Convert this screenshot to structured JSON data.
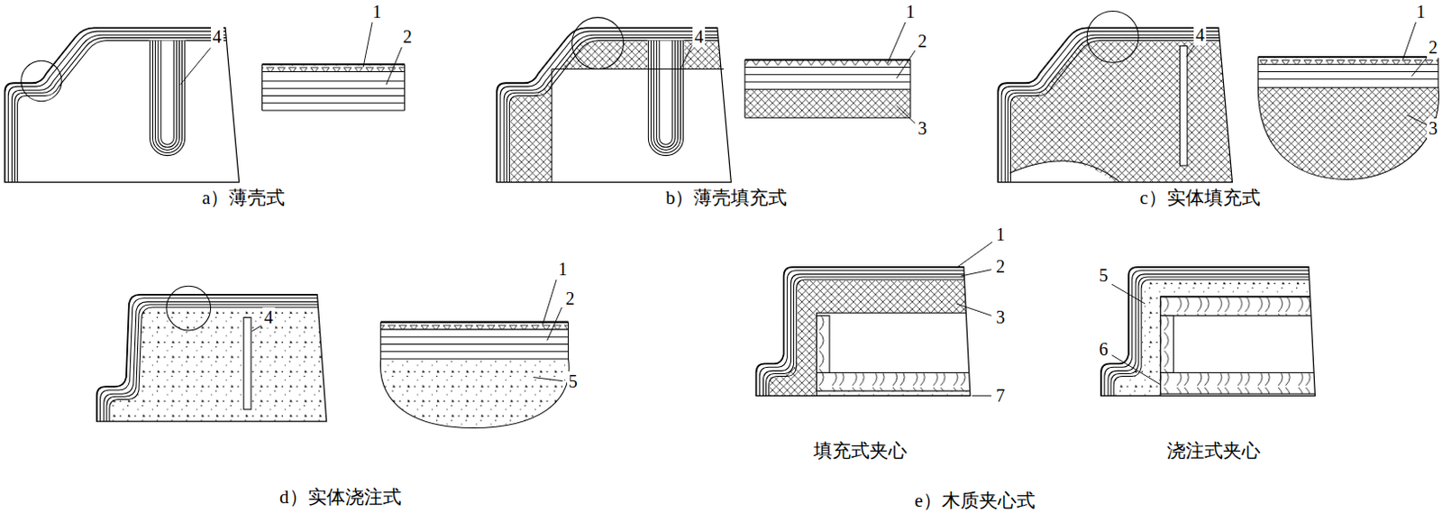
{
  "diagram": {
    "labels": [
      "4",
      "1",
      "2",
      "a）薄壳式",
      "1",
      "4",
      "2",
      "3",
      "b）薄壳填充式",
      "1",
      "4",
      "2",
      "3",
      "c）实体填充式",
      "1",
      "2",
      "4",
      "5",
      "d）实体浇注式",
      "1",
      "2",
      "3",
      "7",
      "填充式夹心",
      "5",
      "6",
      "浇注式夹心",
      "e）木质夹心式"
    ]
  }
}
